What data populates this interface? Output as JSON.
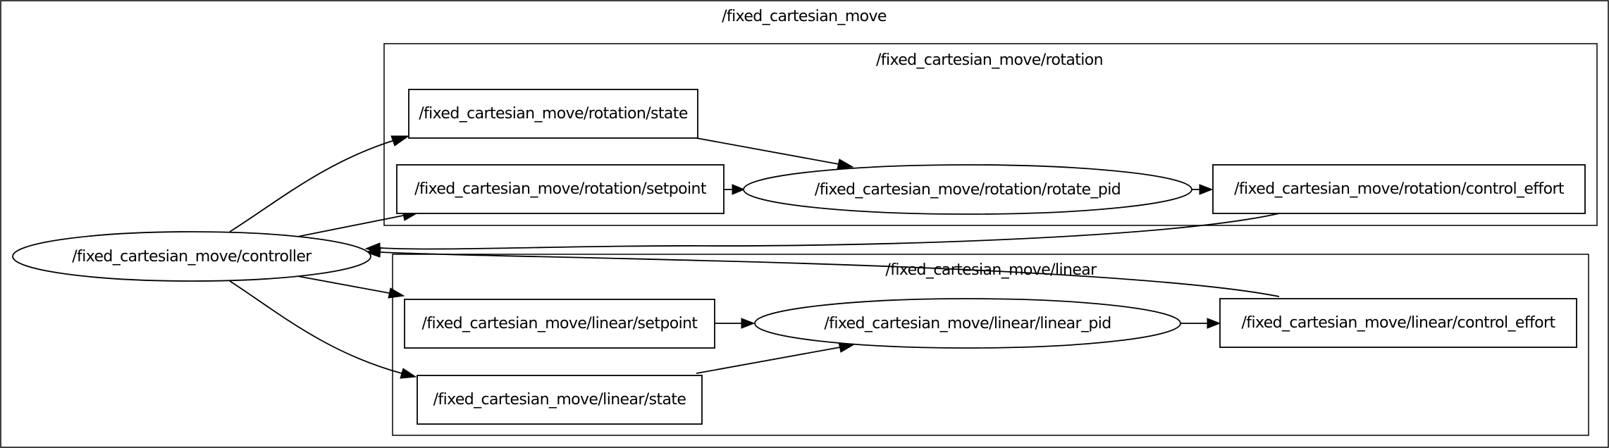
{
  "graph": {
    "title": "/fixed_cartesian_move",
    "clusters": {
      "rotation": {
        "label": "/fixed_cartesian_move/rotation"
      },
      "linear": {
        "label": "/fixed_cartesian_move/linear"
      }
    },
    "nodes": {
      "controller": "/fixed_cartesian_move/controller",
      "rotation_state": "/fixed_cartesian_move/rotation/state",
      "rotation_setpoint": "/fixed_cartesian_move/rotation/setpoint",
      "rotate_pid": "/fixed_cartesian_move/rotation/rotate_pid",
      "rotation_control_effort": "/fixed_cartesian_move/rotation/control_effort",
      "linear_setpoint": "/fixed_cartesian_move/linear/setpoint",
      "linear_pid": "/fixed_cartesian_move/linear/linear_pid",
      "linear_control_effort": "/fixed_cartesian_move/linear/control_effort",
      "linear_state": "/fixed_cartesian_move/linear/state"
    },
    "edges": [
      {
        "from": "controller",
        "to": "rotation_state"
      },
      {
        "from": "controller",
        "to": "rotation_setpoint"
      },
      {
        "from": "rotation_state",
        "to": "rotate_pid"
      },
      {
        "from": "rotation_setpoint",
        "to": "rotate_pid"
      },
      {
        "from": "rotate_pid",
        "to": "rotation_control_effort"
      },
      {
        "from": "rotation_control_effort",
        "to": "controller"
      },
      {
        "from": "linear_control_effort",
        "to": "controller"
      },
      {
        "from": "controller",
        "to": "linear_setpoint"
      },
      {
        "from": "controller",
        "to": "linear_state"
      },
      {
        "from": "linear_setpoint",
        "to": "linear_pid"
      },
      {
        "from": "linear_state",
        "to": "linear_pid"
      },
      {
        "from": "linear_pid",
        "to": "linear_control_effort"
      }
    ]
  }
}
